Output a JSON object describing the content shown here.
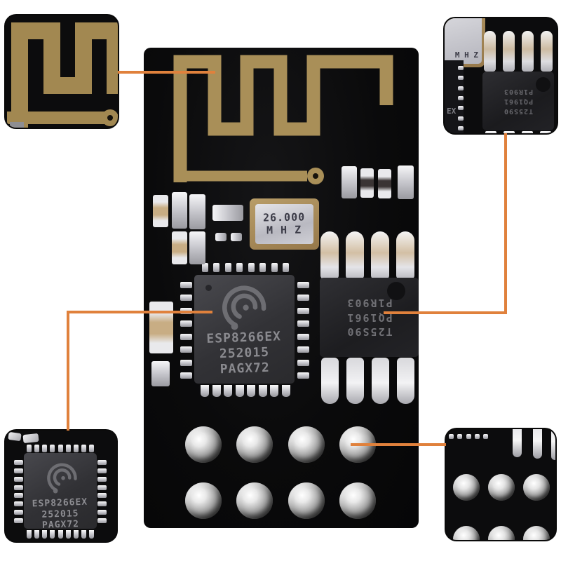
{
  "title": "ESP8266 serial WiFi module (ESP-01) product photo with zoom callouts",
  "colors": {
    "accent_orange": "#e0813c",
    "board_black": "#0a0a0b",
    "antenna_gold": "#a98f58",
    "component_silver": "#d9d9dd",
    "chip_body_gray": "#38383c",
    "chip_text_gray": "#8a8a8f"
  },
  "icons": {
    "esp_logo": "espressif-swirl-icon",
    "antenna": "meander-pcb-antenna",
    "via": "antenna-via-pad"
  },
  "board": {
    "crystal": {
      "freq": "26.000",
      "unit": "M H Z"
    },
    "esp_chip": {
      "line1": "ESP8266EX",
      "line2": "252015",
      "line3": "PAGX72"
    },
    "flash_chip": {
      "line1": "T25S90",
      "line2": "PQ1961",
      "line3": "P1R903",
      "orientation": "rotated 180"
    }
  },
  "insets": {
    "flash_zoom": {
      "crystal_fragment": "M H Z",
      "esp_fragment": "EX"
    }
  }
}
